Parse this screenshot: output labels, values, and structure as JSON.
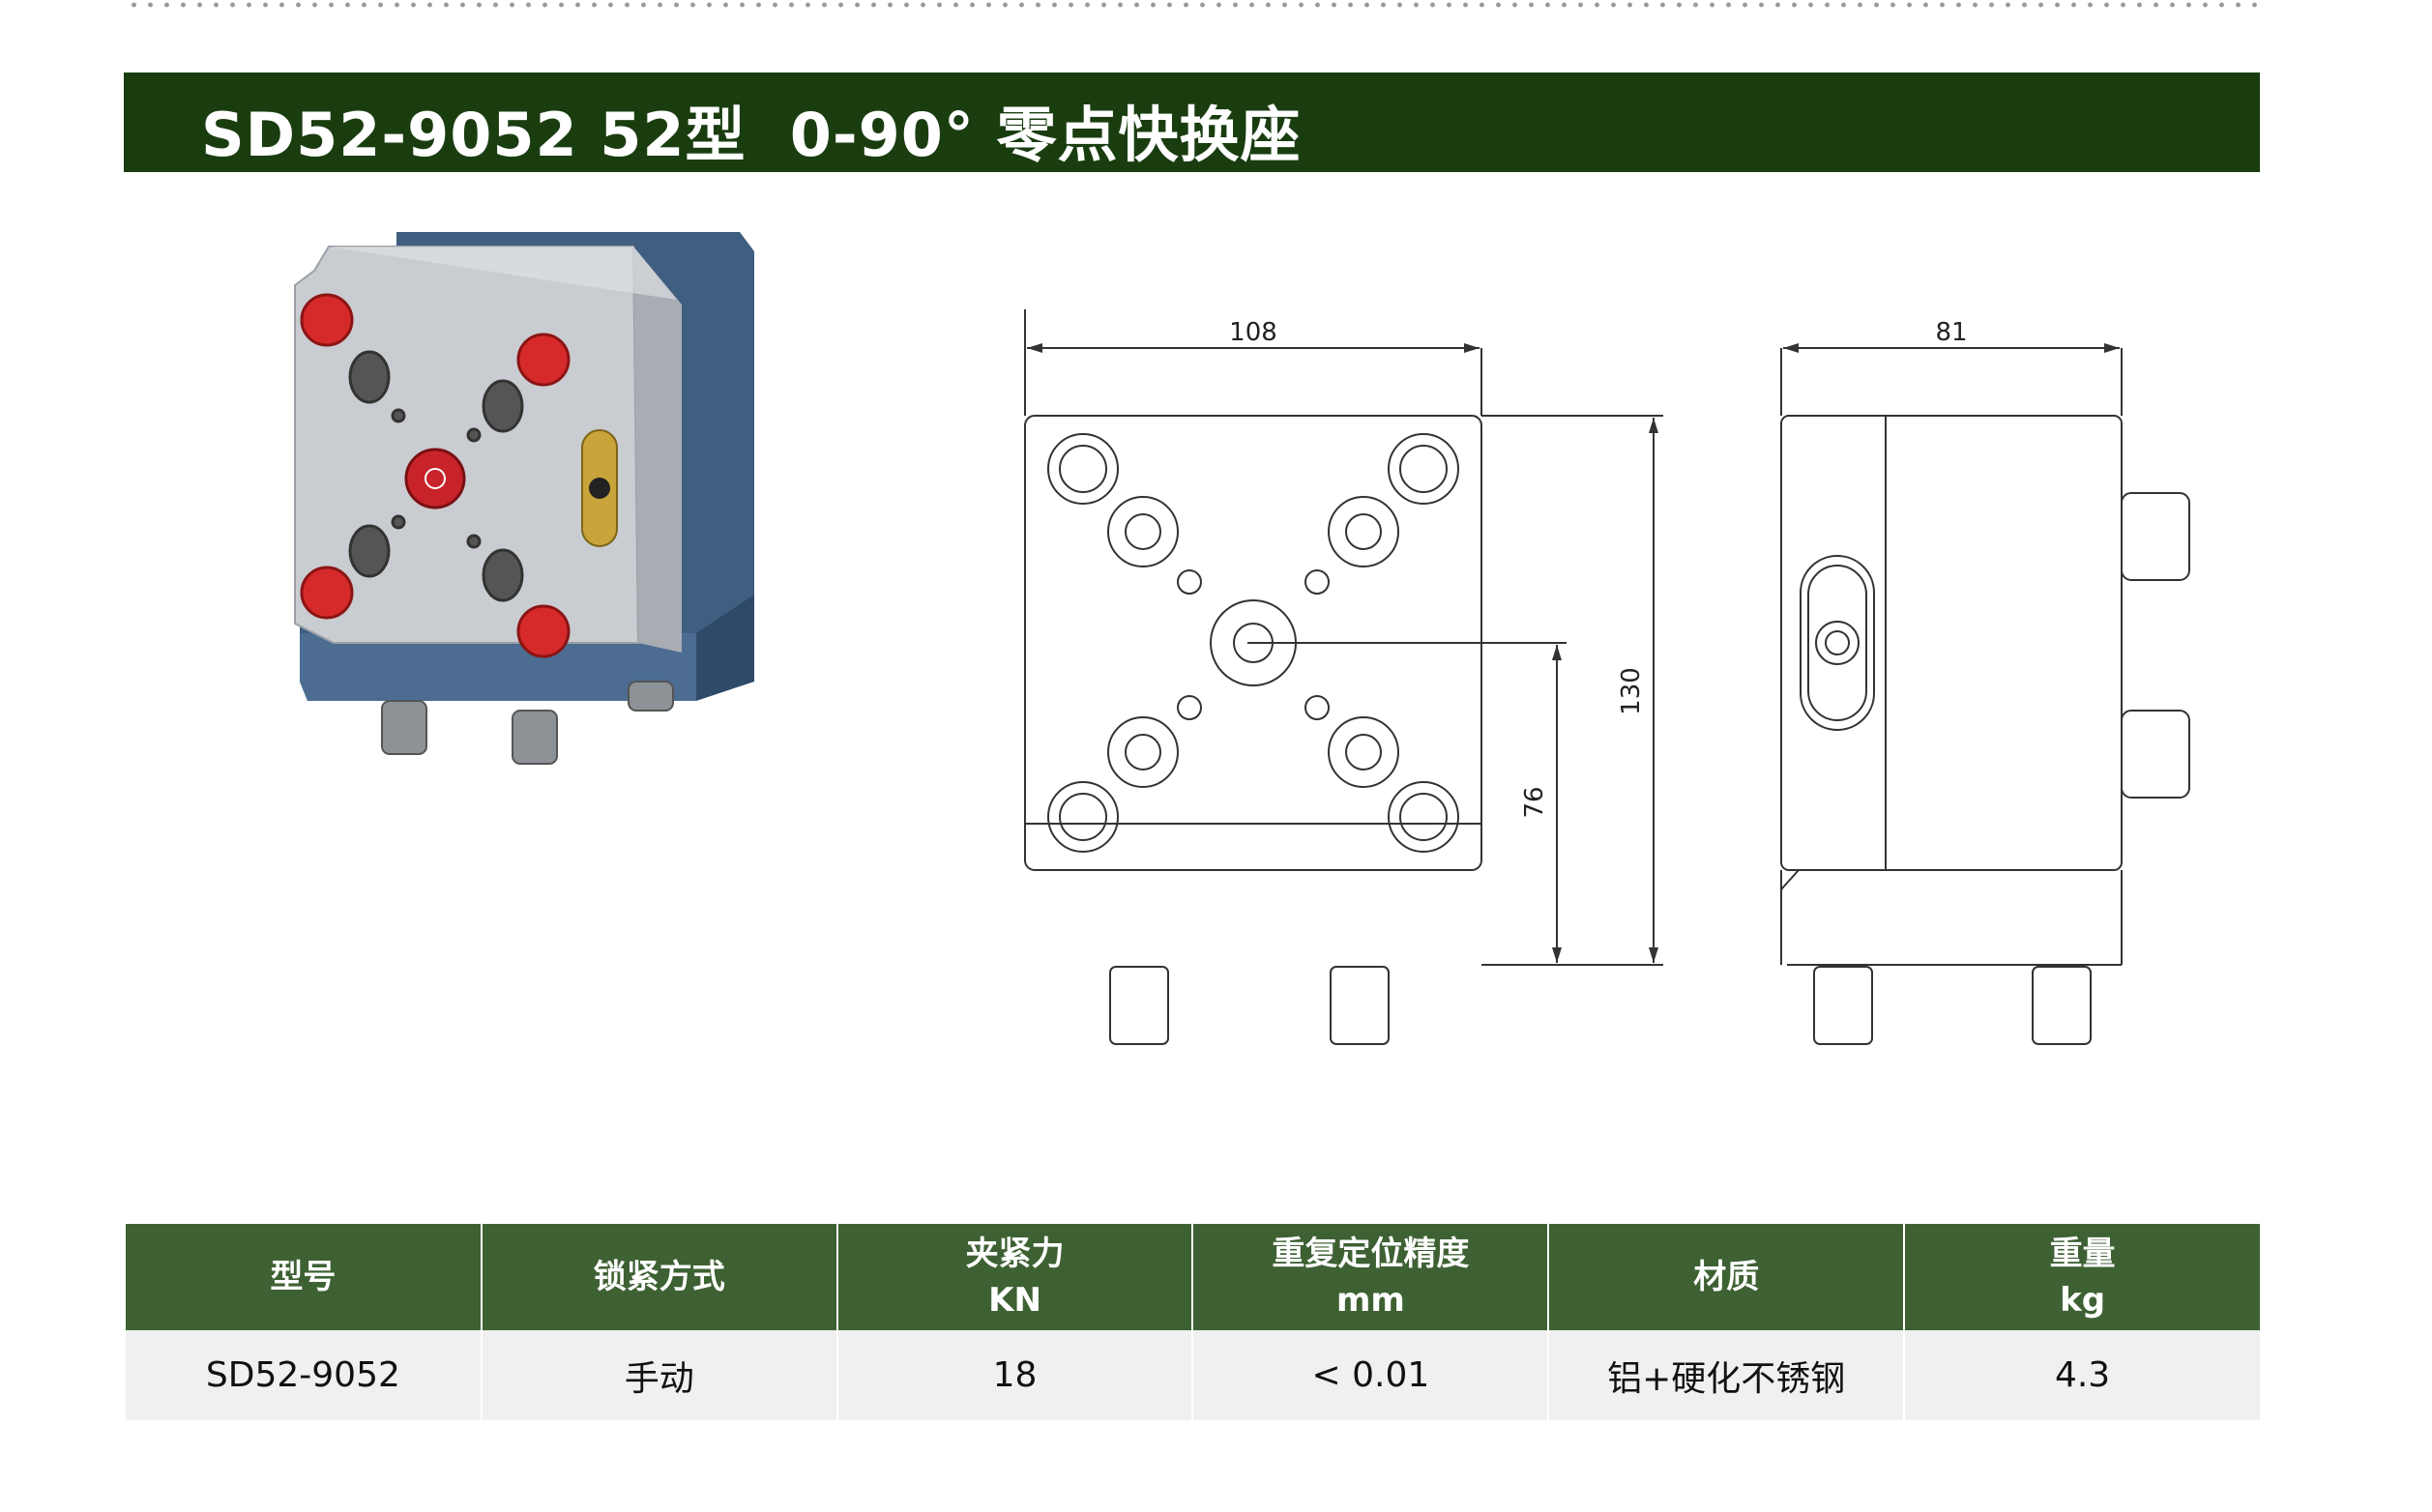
{
  "header": {
    "title": "SD52-9052 52型  0-90° 零点快换座"
  },
  "drawing": {
    "front": {
      "width_label": "108",
      "height_label": "130",
      "center_height_label": "76"
    },
    "side": {
      "width_label": "81"
    }
  },
  "specs_table": {
    "headers": [
      {
        "line1": "型号",
        "line2": ""
      },
      {
        "line1": "锁紧方式",
        "line2": ""
      },
      {
        "line1": "夹紧力",
        "line2": "KN"
      },
      {
        "line1": "重复定位精度",
        "line2": "mm"
      },
      {
        "line1": "材质",
        "line2": ""
      },
      {
        "line1": "重量",
        "line2": "kg"
      }
    ],
    "rows": [
      [
        "SD52-9052",
        "手动",
        "18",
        "< 0.01",
        "铝+硬化不锈钢",
        "4.3"
      ]
    ]
  },
  "colors": {
    "title_bg": "#1a3d10",
    "table_header_bg": "#3e6133",
    "table_row_bg": "#f0f0f0"
  }
}
